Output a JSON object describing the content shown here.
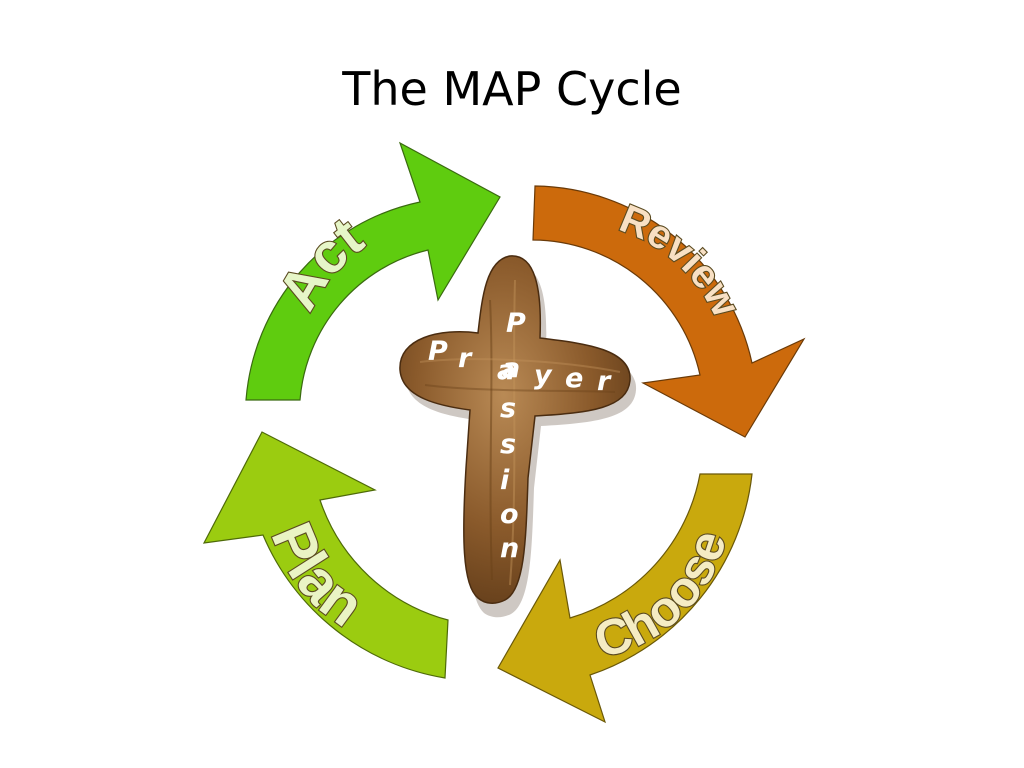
{
  "slide": {
    "title": "The MAP Cycle"
  },
  "cycle": {
    "steps": [
      {
        "label": "Act",
        "color": "#5fcc0f",
        "text_fill": "#e6f6c8"
      },
      {
        "label": "Review",
        "color": "#cc6a0c",
        "text_fill": "#f8e0c4"
      },
      {
        "label": "Choose",
        "color": "#c9a90d",
        "text_fill": "#f5ecc3"
      },
      {
        "label": "Plan",
        "color": "#9bcc10",
        "text_fill": "#eaf4c4"
      }
    ]
  },
  "cross": {
    "horizontal_word": "Prayer",
    "vertical_word": "Passion",
    "wood_color": "#8a5a2b"
  }
}
